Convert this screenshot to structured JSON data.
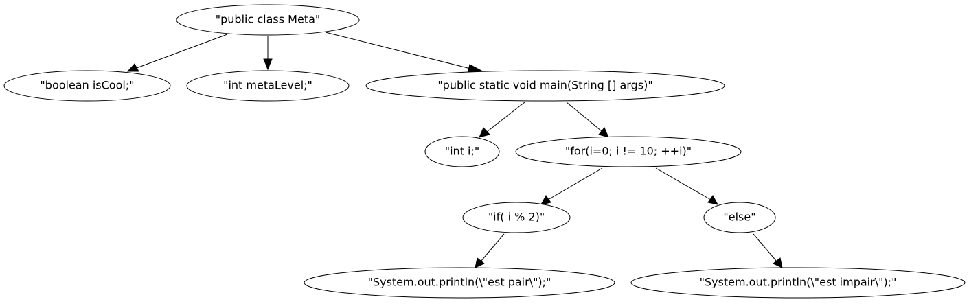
{
  "diagram": {
    "nodes": {
      "class_meta": {
        "label": "\"public class Meta\""
      },
      "is_cool": {
        "label": "\"boolean isCool;\""
      },
      "meta_level": {
        "label": "\"int metaLevel;\""
      },
      "main": {
        "label": "\"public static void main(String [] args)\""
      },
      "int_i": {
        "label": "\"int i;\""
      },
      "for_loop": {
        "label": "\"for(i=0; i != 10; ++i)\""
      },
      "if_branch": {
        "label": "\"if( i % 2)\""
      },
      "else_branch": {
        "label": "\"else\""
      },
      "print_pair": {
        "label": "\"System.out.println(\\\"est pair\\\");\""
      },
      "print_impair": {
        "label": "\"System.out.println(\\\"est impair\\\");\""
      }
    },
    "edges": [
      {
        "from": "class_meta",
        "to": "is_cool"
      },
      {
        "from": "class_meta",
        "to": "meta_level"
      },
      {
        "from": "class_meta",
        "to": "main"
      },
      {
        "from": "main",
        "to": "int_i"
      },
      {
        "from": "main",
        "to": "for_loop"
      },
      {
        "from": "for_loop",
        "to": "if_branch"
      },
      {
        "from": "for_loop",
        "to": "else_branch"
      },
      {
        "from": "if_branch",
        "to": "print_pair"
      },
      {
        "from": "else_branch",
        "to": "print_impair"
      }
    ]
  }
}
